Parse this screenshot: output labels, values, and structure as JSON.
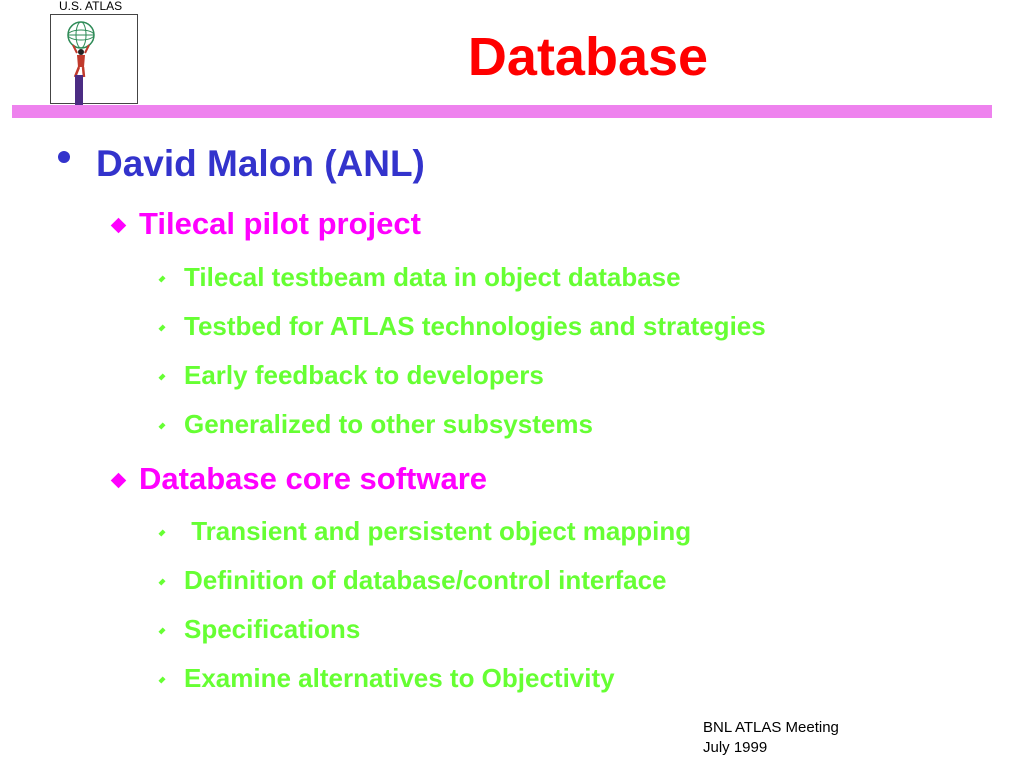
{
  "logo": {
    "caption": "U.S. ATLAS"
  },
  "title": "Database",
  "colors": {
    "title": "#ff0000",
    "rule": "#ee82ee",
    "level1": "#3333cc",
    "level2": "#ff00ff",
    "level3": "#66ff33"
  },
  "outline": {
    "level1": "David Malon (ANL)",
    "sections": [
      {
        "heading": "Tilecal pilot project",
        "items": [
          "Tilecal testbeam data in object database",
          "Testbed for ATLAS technologies and strategies",
          "Early feedback to developers",
          "Generalized to other subsystems"
        ]
      },
      {
        "heading": "Database core software",
        "items": [
          " Transient and persistent object mapping",
          "Definition of database/control interface",
          "Specifications",
          "Examine alternatives to Objectivity"
        ]
      }
    ]
  },
  "footer": {
    "line1": "BNL ATLAS Meeting",
    "line2": "July 1999"
  }
}
